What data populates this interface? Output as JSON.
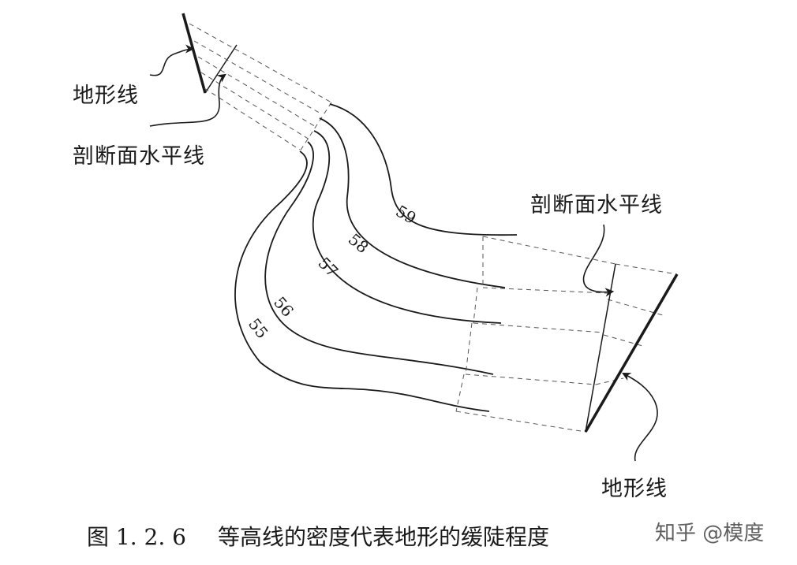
{
  "labels": {
    "terrain_line_top": "地形线",
    "section_line_top": "剖断面水平线",
    "section_line_right": "剖断面水平线",
    "terrain_line_bottom": "地形线"
  },
  "contours": [
    {
      "label": "59"
    },
    {
      "label": "58"
    },
    {
      "label": "57"
    },
    {
      "label": "56"
    },
    {
      "label": "55"
    }
  ],
  "caption": {
    "figure_number": "图 1. 2. 6",
    "text": "等高线的密度代表地形的缓陡程度"
  },
  "watermark": "知乎 @模度"
}
